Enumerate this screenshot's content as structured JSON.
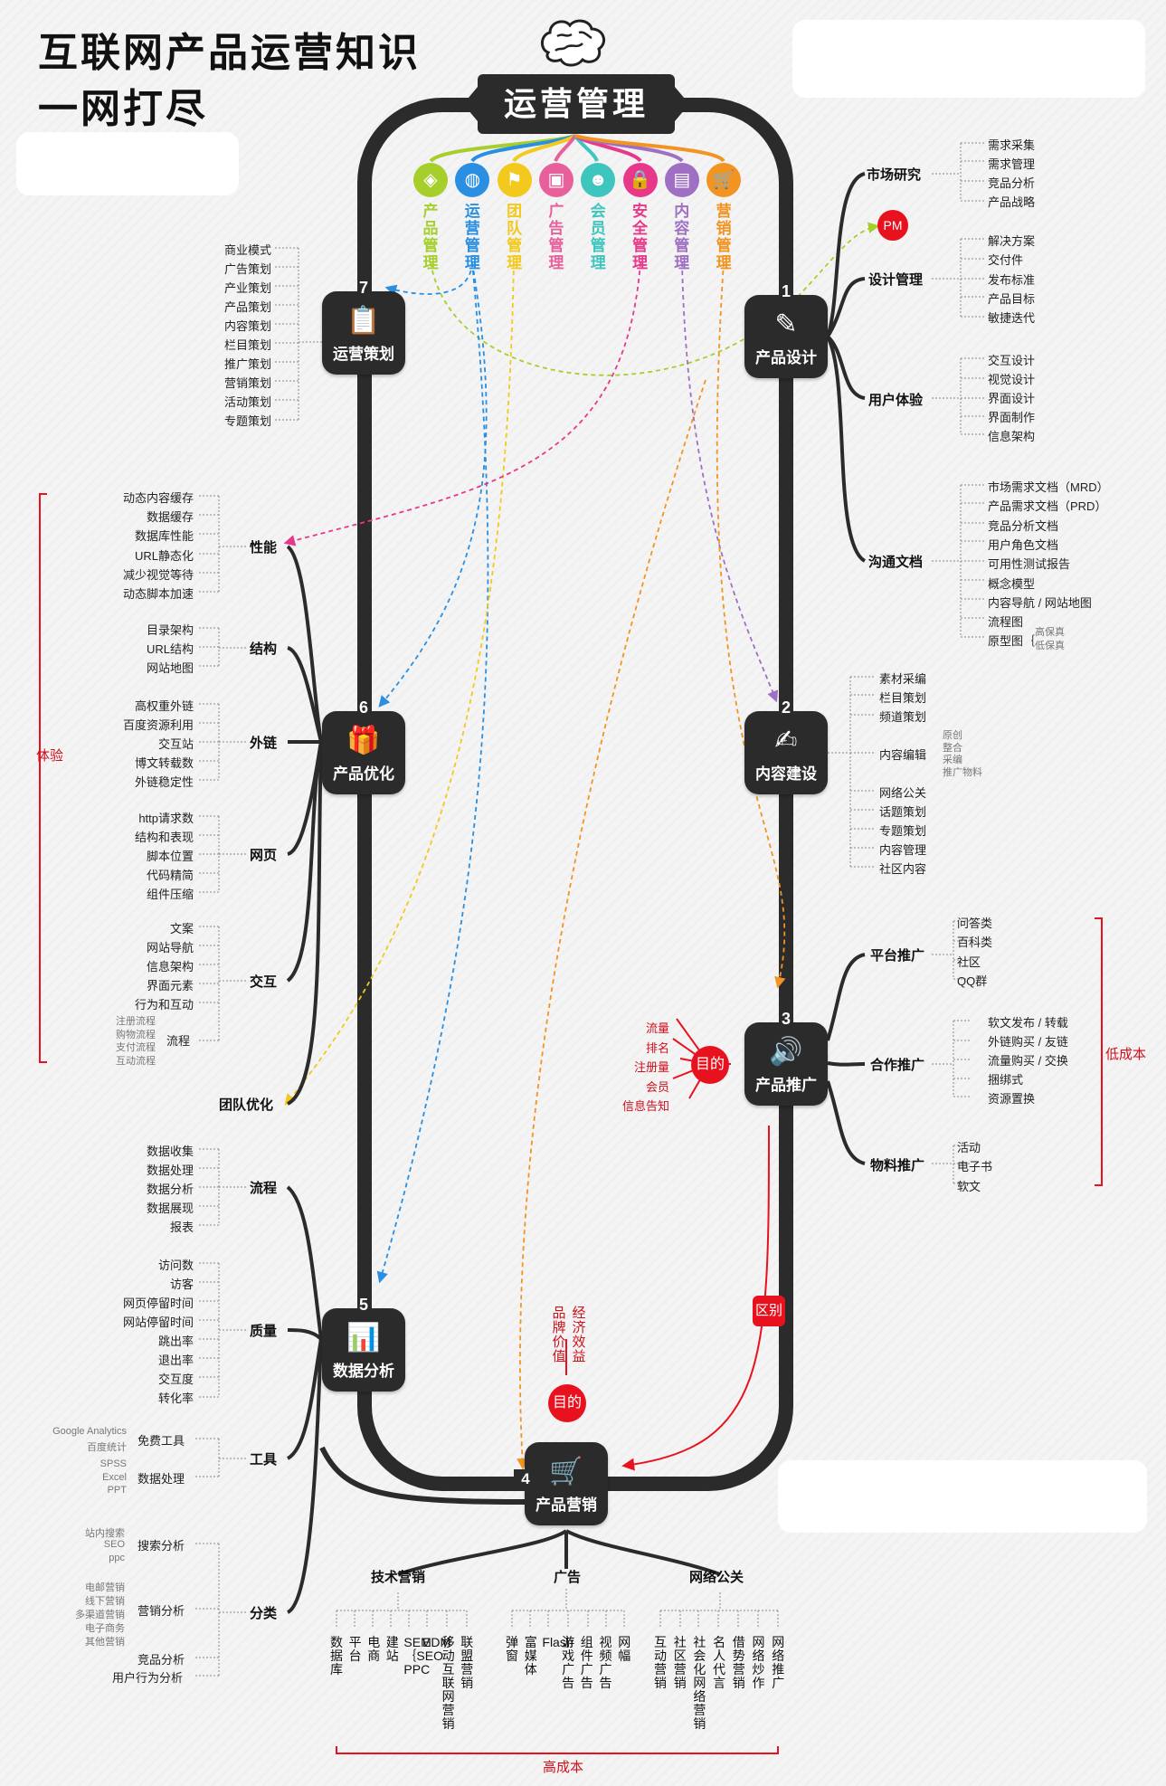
{
  "title": {
    "line1": "互联网产品运营知识",
    "line2": "一网打尽"
  },
  "hub": {
    "label": "运营管理"
  },
  "modules": [
    {
      "label": "产品管理",
      "color": "#a6cf2c",
      "icon": "cube-icon"
    },
    {
      "label": "运营管理",
      "color": "#2a8fe0",
      "icon": "globe-icon"
    },
    {
      "label": "团队管理",
      "color": "#f2c91c",
      "icon": "team-icon"
    },
    {
      "label": "广告管理",
      "color": "#e8609b",
      "icon": "tv-icon"
    },
    {
      "label": "会员管理",
      "color": "#3ec5bd",
      "icon": "member-icon"
    },
    {
      "label": "安全管理",
      "color": "#e8388a",
      "icon": "lock-icon"
    },
    {
      "label": "内容管理",
      "color": "#9e6fc3",
      "icon": "document-icon"
    },
    {
      "label": "营销管理",
      "color": "#f29422",
      "icon": "cart-icon"
    }
  ],
  "nodes": {
    "n1": {
      "num": "1",
      "label": "产品设计",
      "icon": "pen-icon"
    },
    "n2": {
      "num": "2",
      "label": "内容建设",
      "icon": "edit-icon"
    },
    "n3": {
      "num": "3",
      "label": "产品推广",
      "icon": "speaker-icon"
    },
    "n4": {
      "num": "4",
      "label": "产品营销",
      "icon": "cart-icon"
    },
    "n5": {
      "num": "5",
      "label": "数据分析",
      "icon": "chart-icon"
    },
    "n6": {
      "num": "6",
      "label": "产品优化",
      "icon": "gift-icon"
    },
    "n7": {
      "num": "7",
      "label": "运营策划",
      "icon": "clipboard-icon"
    }
  },
  "design": {
    "pm": "PM",
    "market": {
      "label": "市场研究",
      "items": [
        "需求采集",
        "需求管理",
        "竞品分析",
        "产品战略"
      ]
    },
    "design_mgmt": {
      "label": "设计管理",
      "items": [
        "解决方案",
        "交付件",
        "发布标准",
        "产品目标",
        "敏捷迭代"
      ]
    },
    "ux": {
      "label": "用户体验",
      "items": [
        "交互设计",
        "视觉设计",
        "界面设计",
        "界面制作",
        "信息架构"
      ]
    },
    "docs": {
      "label": "沟通文档",
      "items": [
        "市场需求文档（MRD）",
        "产品需求文档（PRD）",
        "竞品分析文档",
        "用户角色文档",
        "可用性测试报告",
        "概念模型",
        "内容导航 / 网站地图",
        "流程图",
        "原型图｛"
      ],
      "proto_sub": [
        "高保真",
        "低保真"
      ]
    }
  },
  "content": {
    "items_top": [
      "素材采编",
      "栏目策划",
      "频道策划"
    ],
    "edit": "内容编辑",
    "edit_sub": [
      "原创",
      "整合",
      "采编",
      "推广物料"
    ],
    "items_bottom": [
      "网络公关",
      "话题策划",
      "专题策划",
      "内容管理",
      "社区内容"
    ]
  },
  "promo": {
    "platform": {
      "label": "平台推广",
      "items": [
        "问答类",
        "百科类",
        "社区",
        "QQ群"
      ]
    },
    "coop": {
      "label": "合作推广",
      "items": [
        "软文发布 / 转载",
        "外链购买 / 友链",
        "流量购买 / 交换",
        "捆绑式",
        "资源置换"
      ]
    },
    "material": {
      "label": "物料推广",
      "items": [
        "活动",
        "电子书",
        "软文"
      ]
    },
    "low_cost": "低成本",
    "goal": "目的",
    "goal_items": [
      "流量",
      "排名",
      "注册量",
      "会员",
      "信息告知"
    ]
  },
  "marketing": {
    "goal": "目的",
    "goal_items": [
      "品牌价值",
      "经济效益"
    ],
    "diff": "区别",
    "tech": {
      "label": "技术营销",
      "items": [
        "数据库",
        "平台",
        "电商",
        "建站",
        "SEM｛SEO PPC",
        "EDM",
        "移动互联网营销",
        "联盟营销"
      ]
    },
    "ads": {
      "label": "广告",
      "items": [
        "弹窗",
        "富媒体",
        "Flash",
        "游戏广告",
        "组件广告",
        "视频广告",
        "网幅"
      ]
    },
    "pr": {
      "label": "网络公关",
      "items": [
        "互动营销",
        "社区营销",
        "社会化网络营销",
        "名人代言",
        "借势营销",
        "网络炒作",
        "网络推广"
      ]
    },
    "high_cost": "高成本"
  },
  "planning": {
    "items": [
      "商业模式",
      "广告策划",
      "产业策划",
      "产品策划",
      "内容策划",
      "栏目策划",
      "推广策划",
      "营销策划",
      "活动策划",
      "专题策划"
    ]
  },
  "optimize": {
    "experience": "体验",
    "perf": {
      "label": "性能",
      "items": [
        "动态内容缓存",
        "数据缓存",
        "数据库性能",
        "URL静态化",
        "减少视觉等待",
        "动态脚本加速"
      ]
    },
    "struct": {
      "label": "结构",
      "items": [
        "目录架构",
        "URL结构",
        "网站地图"
      ]
    },
    "links": {
      "label": "外链",
      "items": [
        "高权重外链",
        "百度资源利用",
        "交互站",
        "博文转载数",
        "外链稳定性"
      ]
    },
    "page": {
      "label": "网页",
      "items": [
        "http请求数",
        "结构和表现",
        "脚本位置",
        "代码精简",
        "组件压缩"
      ]
    },
    "interact": {
      "label": "交互",
      "items": [
        "文案",
        "网站导航",
        "信息架构",
        "界面元素",
        "行为和互动"
      ]
    },
    "flow": {
      "label": "流程",
      "items": [
        "注册流程",
        "购物流程",
        "支付流程",
        "互动流程"
      ]
    },
    "team": "团队优化"
  },
  "analysis": {
    "process": {
      "label": "流程",
      "items": [
        "数据收集",
        "数据处理",
        "数据分析",
        "数据展现",
        "报表"
      ]
    },
    "quality": {
      "label": "质量",
      "items": [
        "访问数",
        "访客",
        "网页停留时间",
        "网站停留时间",
        "跳出率",
        "退出率",
        "交互度",
        "转化率"
      ]
    },
    "tools": {
      "label": "工具",
      "free": "免费工具",
      "free_items": [
        "Google Analytics",
        "百度统计"
      ],
      "proc": "数据处理",
      "proc_items": [
        "SPSS",
        "Excel",
        "PPT"
      ]
    },
    "classify": {
      "label": "分类",
      "search": "搜索分析",
      "search_items": [
        "站内搜索",
        "SEO",
        "ppc"
      ],
      "marketing": "营销分析",
      "marketing_items": [
        "电邮营销",
        "线下营销",
        "多渠道营销",
        "电子商务",
        "其他营销"
      ],
      "competitor": "竞品分析",
      "behavior": "用户行为分析"
    }
  }
}
